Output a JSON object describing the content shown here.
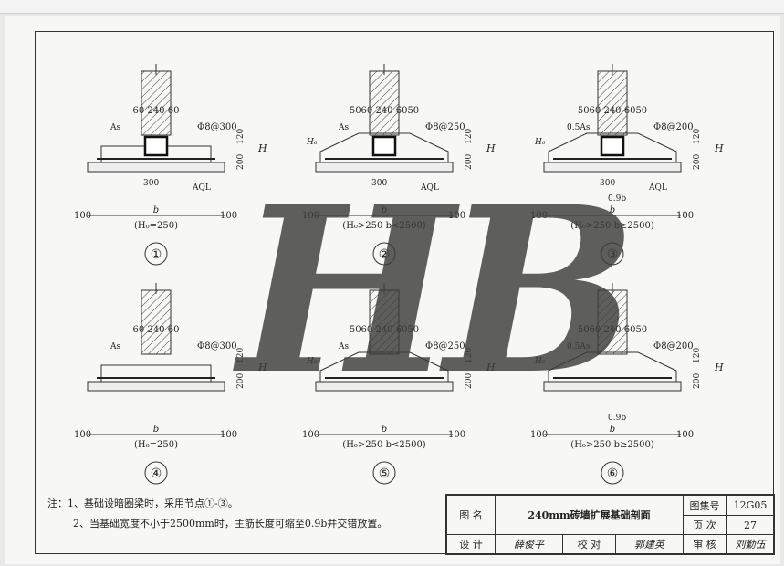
{
  "sections": [
    {
      "num": "①",
      "dims_top": "60 240 60",
      "rebar": "Φ8@300",
      "cond": "(H₀=250)",
      "b": "b",
      "left": "100",
      "right": "100"
    },
    {
      "num": "②",
      "dims_top": "5060 240 6050",
      "rebar": "Φ8@250",
      "cond": "(H₀>250 b<2500)",
      "b": "b",
      "left": "100",
      "right": "100"
    },
    {
      "num": "③",
      "dims_top": "5060 240 6050",
      "rebar": "Φ8@200",
      "cond": "(H₀>250 b≥2500)",
      "b": "b",
      "left": "100",
      "right": "100"
    },
    {
      "num": "④",
      "dims_top": "60 240 60",
      "rebar": "Φ8@300",
      "cond": "(H₀=250)",
      "b": "b",
      "left": "100",
      "right": "100"
    },
    {
      "num": "⑤",
      "dims_top": "5060 240 6050",
      "rebar": "Φ8@250",
      "cond": "(H₀>250 b<2500)",
      "b": "b",
      "left": "100",
      "right": "100"
    },
    {
      "num": "⑥",
      "dims_top": "5060 240 6050",
      "rebar": "Φ8@200",
      "cond": "(H₀>250 b≥2500)",
      "b": "b",
      "left": "100",
      "right": "100"
    }
  ],
  "labels": {
    "as": "As",
    "as_half": "0.5As",
    "aql": "AQL",
    "w300": "300",
    "b09": "0.9b",
    "h0": "H₀",
    "h": "H",
    "v120": "120",
    "v200": "200",
    "v100": "100"
  },
  "notes": {
    "prefix": "注：",
    "n1": "1、基础设暗圈梁时，采用节点①-③。",
    "n2": "2、当基础宽度不小于2500mm时，主筋长度可缩至0.9b并交错放置。"
  },
  "title_block": {
    "name_label": "图 名",
    "title": "240mm砖墙扩展基础剖面",
    "atlas_label": "图集号",
    "atlas_no": "12G05",
    "page_label": "页 次",
    "page_no": "27",
    "design_label": "设 计",
    "design_sig": "薛俊平",
    "check_label": "校 对",
    "check_sig": "郭建英",
    "review_label": "审 核",
    "review_sig": "刘勤伍"
  },
  "watermark": "HB"
}
